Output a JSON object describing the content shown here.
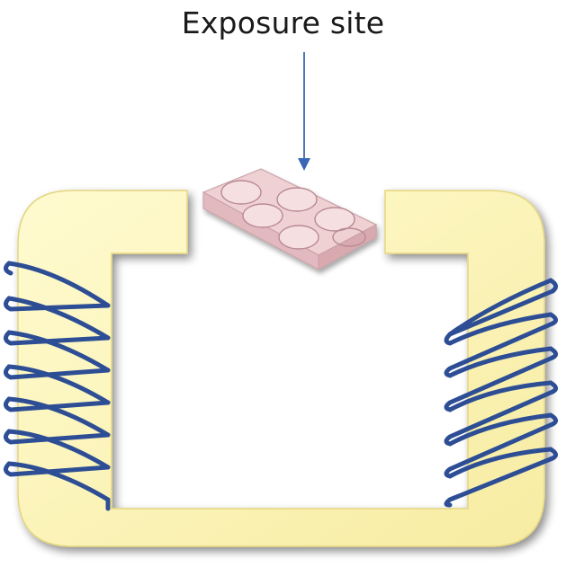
{
  "title": "Exposure site",
  "colors": {
    "core_fill": "#fbf3b0",
    "core_edge": "#e9dc86",
    "coil": "#2f4f96",
    "arrow": "#3a66b8",
    "plate_fill": "#ecc9cc",
    "plate_edge": "#c9a0a6",
    "well_edge": "#b88a92"
  },
  "icons": {
    "magnetic_core": "rounded-square-yoke",
    "coil_left": "wire-winding",
    "coil_right": "wire-winding",
    "sample": "six-well-plate"
  }
}
